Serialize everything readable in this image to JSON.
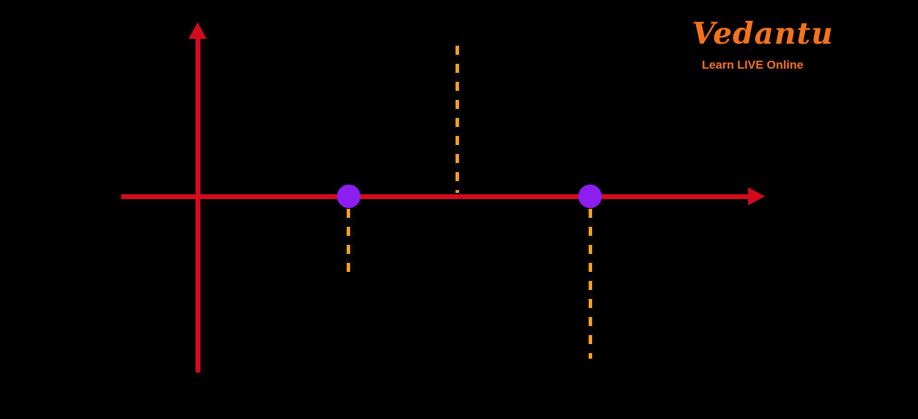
{
  "figure": {
    "type": "coordinate-axes-diagram",
    "description": "Red x and y axes with arrowheads; two purple points on the x-axis; orange dashed vertical guide lines above the axis midway between the points and below each point",
    "axes": {
      "y_axis_arrow_direction": "up",
      "x_axis_arrow_direction": "right"
    },
    "points": [
      {
        "name": "left-point",
        "on": "x-axis"
      },
      {
        "name": "right-point",
        "on": "x-axis"
      }
    ],
    "dashed_guides": [
      "vertical-above-axis-between-points",
      "vertical-below-left-point",
      "vertical-below-right-point"
    ]
  },
  "brand": {
    "name": "Vedantu",
    "tagline": "Learn LIVE Online"
  },
  "colors": {
    "background": "#000000",
    "axis": "#d40a1f",
    "point": "#8c1ef0",
    "dash": "#f5a01e",
    "brand": "#f57419"
  }
}
